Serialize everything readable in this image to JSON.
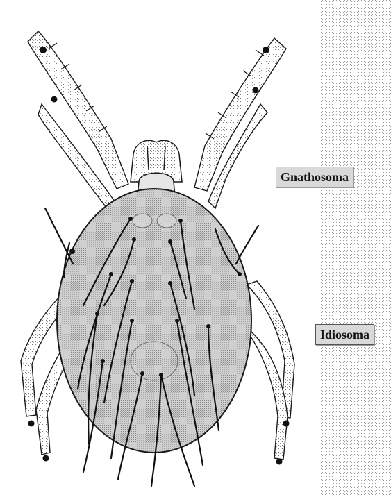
{
  "labels": {
    "gnathosoma": "Gnathosoma",
    "idiosoma": "Idiosoma"
  },
  "colors": {
    "body_fill": "#c7c7c7",
    "outline": "#1a1a1a",
    "label_bg": "#d9d9d9",
    "stipple": "#9a9a9a"
  },
  "illustration": {
    "subject": "mite-dorsal-view",
    "legs": 4,
    "dorsal_setae": 22
  }
}
